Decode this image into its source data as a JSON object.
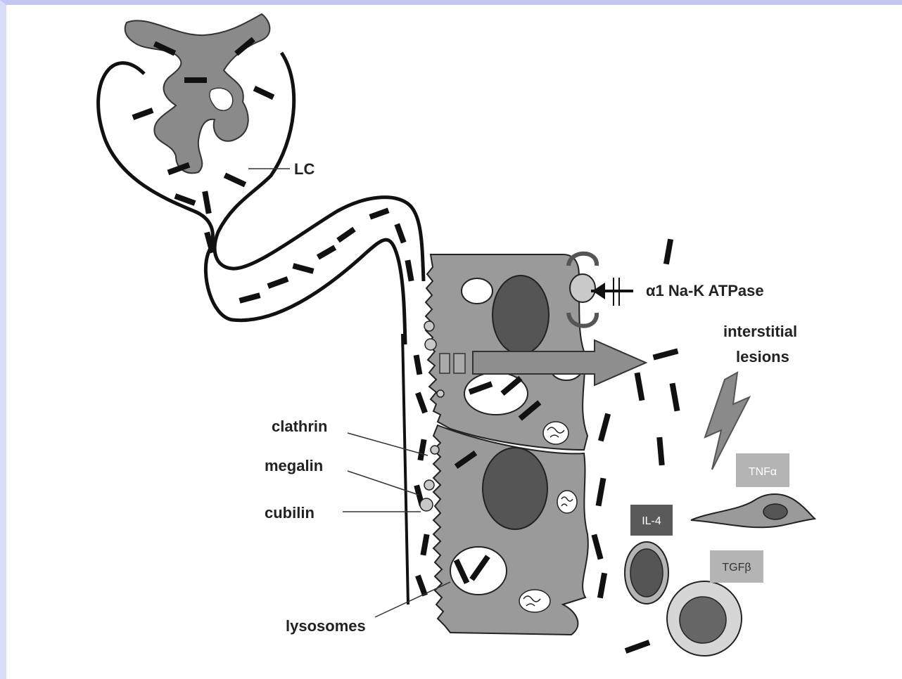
{
  "labels": {
    "lc": "LC",
    "atpase": "α1 Na-K ATPase",
    "interstitial_1": "interstitial",
    "interstitial_2": "lesions",
    "clathrin": "clathrin",
    "megalin": "megalin",
    "cubilin": "cubilin",
    "lysosomes": "lysosomes",
    "tnf": "TNFα",
    "il4": "IL-4",
    "tgf": "TGFβ"
  },
  "colors": {
    "cell_fill": "#9a9a9a",
    "nucleus_fill": "#555555",
    "dark_tag": "#5a5a5a",
    "light_tag": "#b4b4b4",
    "outline": "#111111"
  }
}
